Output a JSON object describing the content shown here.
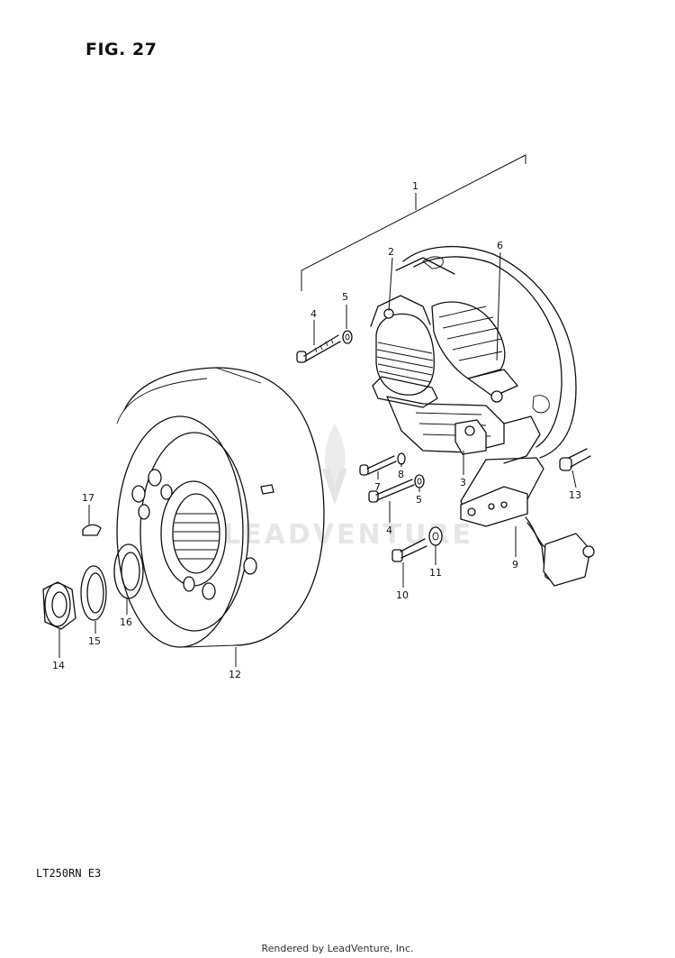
{
  "figure": {
    "title": "FIG. 27",
    "model_code": "LT250RN  E3"
  },
  "footer": {
    "credit": "Rendered by LeadVenture, Inc."
  },
  "watermark": {
    "text": "LEADVENTURE"
  },
  "callouts": [
    "1",
    "2",
    "3",
    "4",
    "4",
    "5",
    "5",
    "6",
    "7",
    "8",
    "9",
    "10",
    "11",
    "12",
    "13",
    "14",
    "15",
    "16",
    "17"
  ]
}
